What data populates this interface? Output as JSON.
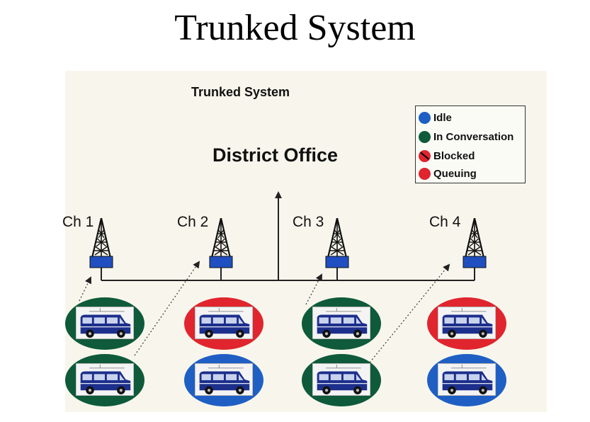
{
  "slide_title": "Trunked System",
  "figure_title": "Trunked System",
  "office_label": "District Office",
  "legend": [
    {
      "label": "Idle",
      "color": "#1f5fc4",
      "icon": "idle-dot-icon"
    },
    {
      "label": "In Conversation",
      "color": "#0e5a3a",
      "icon": "conversation-dot-icon"
    },
    {
      "label": "Blocked",
      "color": "#e0252e",
      "icon": "blocked-dot-icon"
    },
    {
      "label": "Queuing",
      "color": "#e0252e",
      "icon": "queuing-dot-icon"
    }
  ],
  "channels": [
    "Ch 1",
    "Ch 2",
    "Ch 3",
    "Ch 4"
  ],
  "vehicles": [
    {
      "column": 1,
      "row": 1,
      "state": "In Conversation",
      "color": "#0e5a3a"
    },
    {
      "column": 2,
      "row": 1,
      "state": "Queuing",
      "color": "#e0252e"
    },
    {
      "column": 3,
      "row": 1,
      "state": "In Conversation",
      "color": "#0e5a3a"
    },
    {
      "column": 4,
      "row": 1,
      "state": "Queuing",
      "color": "#e0252e"
    },
    {
      "column": 1,
      "row": 2,
      "state": "In Conversation",
      "color": "#0e5a3a"
    },
    {
      "column": 2,
      "row": 2,
      "state": "Idle",
      "color": "#1f5fc4"
    },
    {
      "column": 3,
      "row": 2,
      "state": "In Conversation",
      "color": "#0e5a3a"
    },
    {
      "column": 4,
      "row": 2,
      "state": "Idle",
      "color": "#1f5fc4"
    }
  ]
}
